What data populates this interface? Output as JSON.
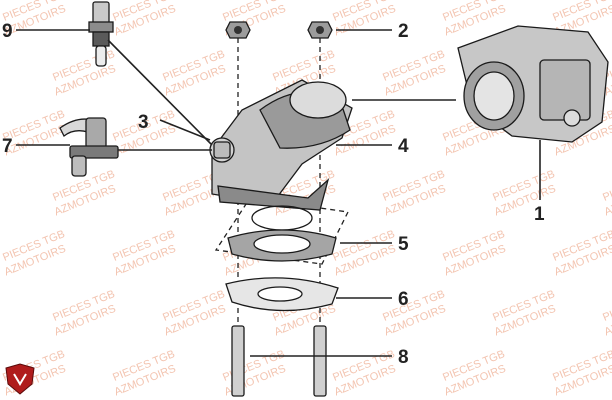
{
  "watermark": {
    "line1": "PIECES TGB",
    "line2": "AZMOTOIRS",
    "color": "#f3c4b0"
  },
  "callouts": [
    "1",
    "2",
    "3",
    "4",
    "5",
    "6",
    "7",
    "8",
    "9"
  ],
  "parts": [
    {
      "ref": "1",
      "icon": "throttle-body-icon"
    },
    {
      "ref": "2",
      "icon": "nut-icon"
    },
    {
      "ref": "3",
      "icon": "clamp-icon"
    },
    {
      "ref": "4",
      "icon": "intake-manifold-icon"
    },
    {
      "ref": "5",
      "icon": "gasket-ring-icon"
    },
    {
      "ref": "6",
      "icon": "flange-gasket-icon"
    },
    {
      "ref": "7",
      "icon": "injector-icon"
    },
    {
      "ref": "8",
      "icon": "stud-icon"
    },
    {
      "ref": "9",
      "icon": "temperature-sensor-icon"
    }
  ],
  "logo": {
    "icon": "shield-logo-icon",
    "color": "#b01c1c"
  }
}
